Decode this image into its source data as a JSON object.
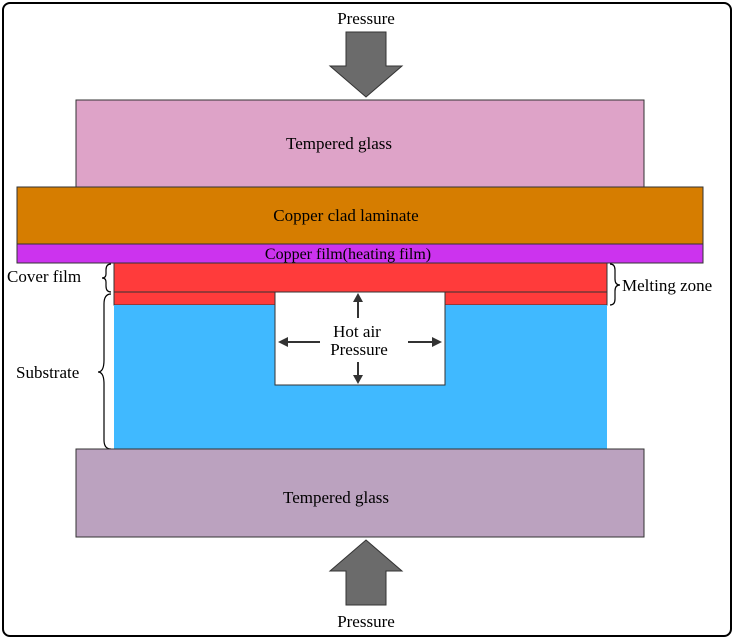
{
  "top_pressure_label": "Pressure",
  "bottom_pressure_label": "Pressure",
  "layers": {
    "top_glass": "Tempered glass",
    "copper_clad_laminate": "Copper clad laminate",
    "copper_film": "Copper film(heating film)",
    "bottom_glass": "Tempered glass"
  },
  "side_labels": {
    "cover_film": "Cover film",
    "substrate": "Substrate",
    "melting_zone": "Melting zone"
  },
  "cavity": {
    "line1": "Hot air",
    "line2": "Pressure"
  },
  "colors": {
    "top_glass": "#dea3c8",
    "copper_clad_laminate": "#d67d00",
    "copper_film": "#cc33ee",
    "cover_film": "#ff3b3b",
    "substrate": "#40b9ff",
    "bottom_glass": "#bba2bf",
    "pressure_arrow": "#6b6b6b"
  }
}
